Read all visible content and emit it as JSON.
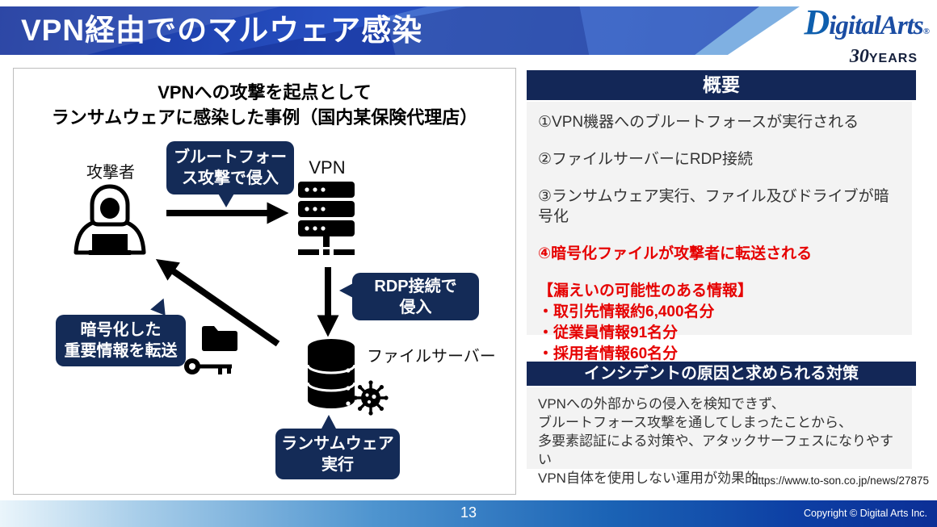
{
  "slide": {
    "title": "VPN経由でのマルウェア感染",
    "page_number": "13",
    "copyright": "Copyright © Digital Arts Inc.",
    "source_url": "https://www.to-son.co.jp/news/27875"
  },
  "logo": {
    "brand": "DigitalArts",
    "reg_mark": "®",
    "anniversary_30": "30",
    "anniversary_years": "YEARS"
  },
  "diagram": {
    "title_lines": [
      "VPNへの攻撃を起点として",
      "ランサムウェアに感染した事例（国内某保険代理店）"
    ],
    "labels": {
      "attacker": "攻撃者",
      "vpn": "VPN",
      "file_server": "ファイルサーバー"
    },
    "bubbles": {
      "brute_force": [
        "ブルートフォー",
        "ス攻撃で侵入"
      ],
      "rdp": [
        "RDP接続で",
        "侵入"
      ],
      "exfiltration": [
        "暗号化した",
        "重要情報を転送"
      ],
      "ransomware": [
        "ランサムウェア",
        "実行"
      ]
    }
  },
  "overview": {
    "header": "概要",
    "steps": [
      "①VPN機器へのブルートフォースが実行される",
      "②ファイルサーバーにRDP接続",
      "③ランサムウェア実行、ファイル及びドライブが暗号化",
      "④暗号化ファイルが攻撃者に転送される"
    ],
    "leak_title": "【漏えいの可能性のある情報】",
    "leak_items": [
      "・取引先情報約6,400名分",
      "・従業員情報91名分",
      "・採用者情報60名分"
    ]
  },
  "incident": {
    "header": "インシデントの原因と求められる対策",
    "lines": [
      "VPNへの外部からの侵入を検知できず、",
      "ブルートフォース攻撃を通してしまったことから、",
      "多要素認証による対策や、アタックサーフェスになりやすい",
      "VPN自体を使用しない運用が効果的"
    ]
  },
  "colors": {
    "navy_bubble": "#142b57",
    "panel_header_navy": "#132757",
    "alert_red": "#e60000",
    "banner_blue": "#2750c2",
    "footer_dark_blue": "#0c2f96",
    "panel_gray": "#f3f3f3"
  }
}
